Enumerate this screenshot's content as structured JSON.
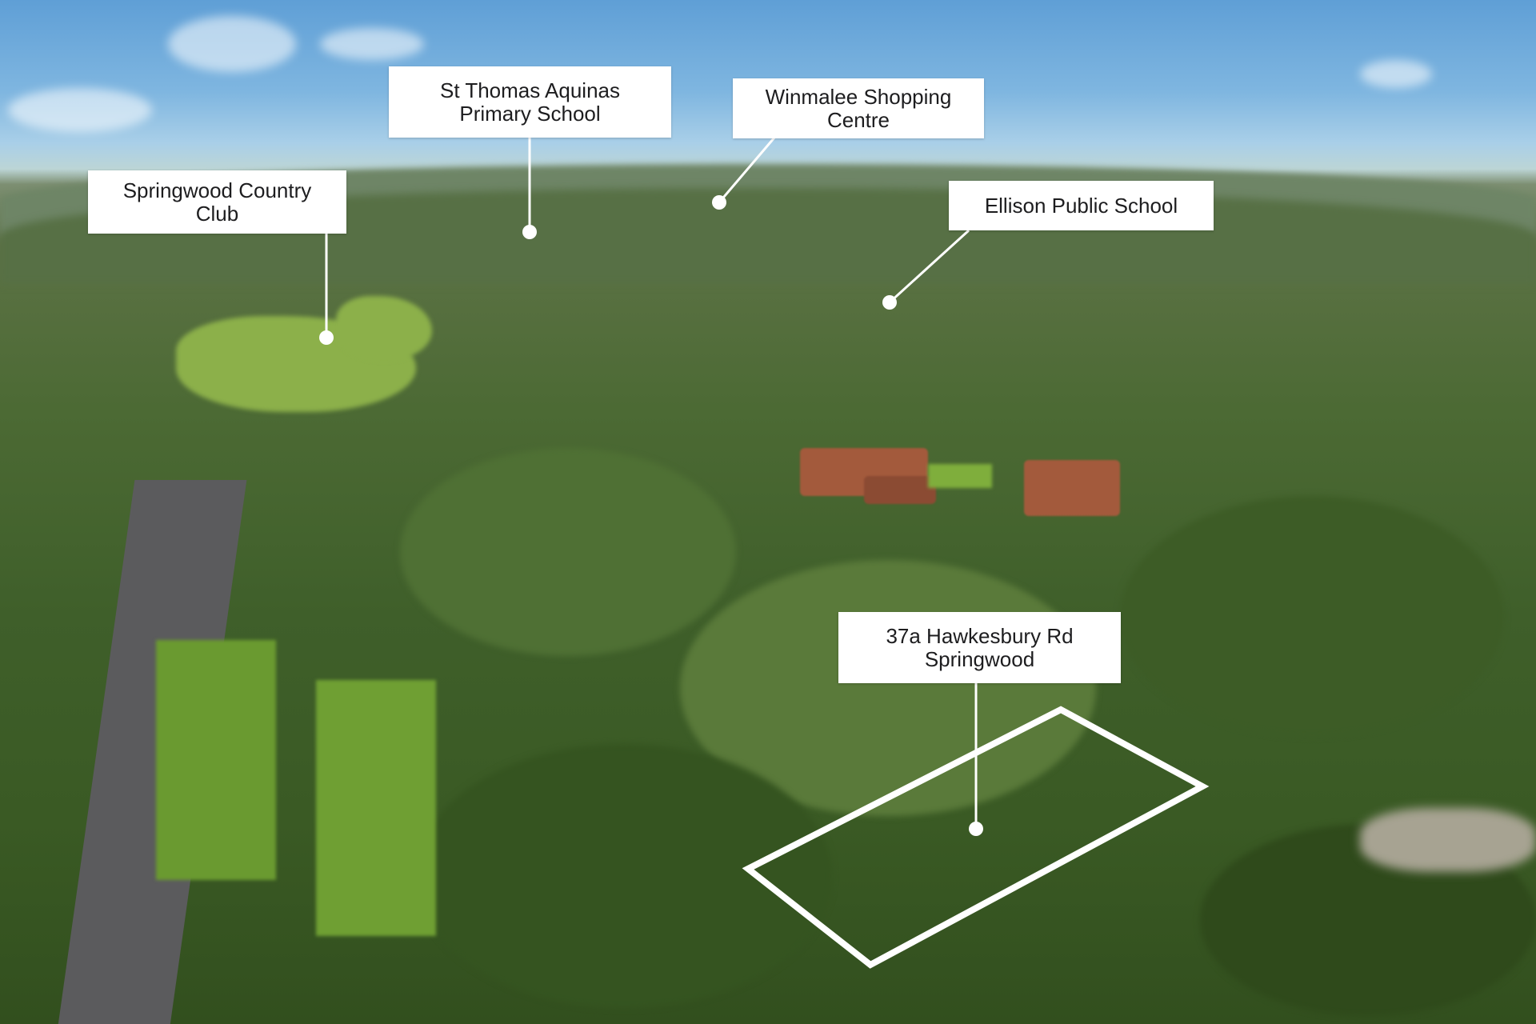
{
  "labels": {
    "springwood_country_club": "Springwood Country\nClub",
    "st_thomas_aquinas": "St Thomas Aquinas\nPrimary School",
    "winmalee_shopping": "Winmalee Shopping\nCentre",
    "ellison_public_school": "Ellison Public School",
    "property": "37a Hawkesbury Rd\nSpringwood"
  },
  "colors": {
    "callout_bg": "#ffffff",
    "callout_text": "#1d1d1f",
    "marker": "#ffffff",
    "boundary": "#ffffff"
  }
}
